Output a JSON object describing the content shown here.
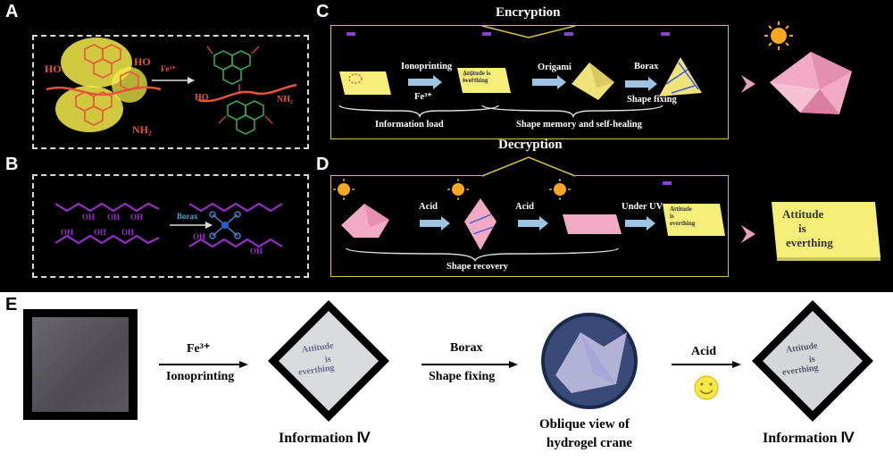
{
  "labels": {
    "a": "A",
    "b": "B",
    "c": "C",
    "d": "D",
    "e": "E"
  },
  "panel_a": {
    "ho_left": "HO",
    "nh2_left": "NH₂",
    "ho_mid": "HO",
    "fe": "Fe³⁺",
    "ho_right": "HO",
    "nh2_right": "NH₂"
  },
  "panel_b": {
    "oh1": "OH",
    "oh2": "OH",
    "oh3": "OH",
    "oh4": "OH",
    "oh5": "OH",
    "oh6": "OH",
    "borax": "Borax",
    "oh_r": "OH",
    "oh_r2": "OH"
  },
  "panel_c": {
    "title": "Encryption",
    "ionoprinting": "Ionoprinting",
    "fe": "Fe³⁺",
    "origami": "Origami",
    "borax": "Borax",
    "shape_fixing": "Shape fixing",
    "info_load": "Information load",
    "shape_memory": "Shape memory and self-healing",
    "sheet_text": "Attitude is everthing"
  },
  "panel_d": {
    "title": "Decryption",
    "acid1": "Acid",
    "acid2": "Acid",
    "under_uv": "Under UV",
    "shape_recovery": "Shape recovery",
    "sheet_line1": "Attitude",
    "sheet_line2": "is",
    "sheet_line3": "everthing",
    "big_line1": "Attitude",
    "big_line2": "is",
    "big_line3": "everthing"
  },
  "panel_e": {
    "fe": "Fe³⁺",
    "ionoprinting": "Ionoprinting",
    "borax": "Borax",
    "shape_fixing": "Shape fixing",
    "acid": "Acid",
    "info1": "Information Ⅳ",
    "oblique1": "Oblique view of",
    "oblique2": "hydrogel crane",
    "info2": "Information Ⅳ",
    "photo_line1": "Attitude",
    "photo_line2": "is",
    "photo_line3": "everthing"
  },
  "colors": {
    "yellow_sheet": "#f5ef7a",
    "pink_sheet": "#f2a9c4",
    "arrow_blue": "#9fc3e3",
    "chem_orange": "#e8553a",
    "chem_purple": "#9b2fc9",
    "box_yellow": "#d9c441"
  }
}
